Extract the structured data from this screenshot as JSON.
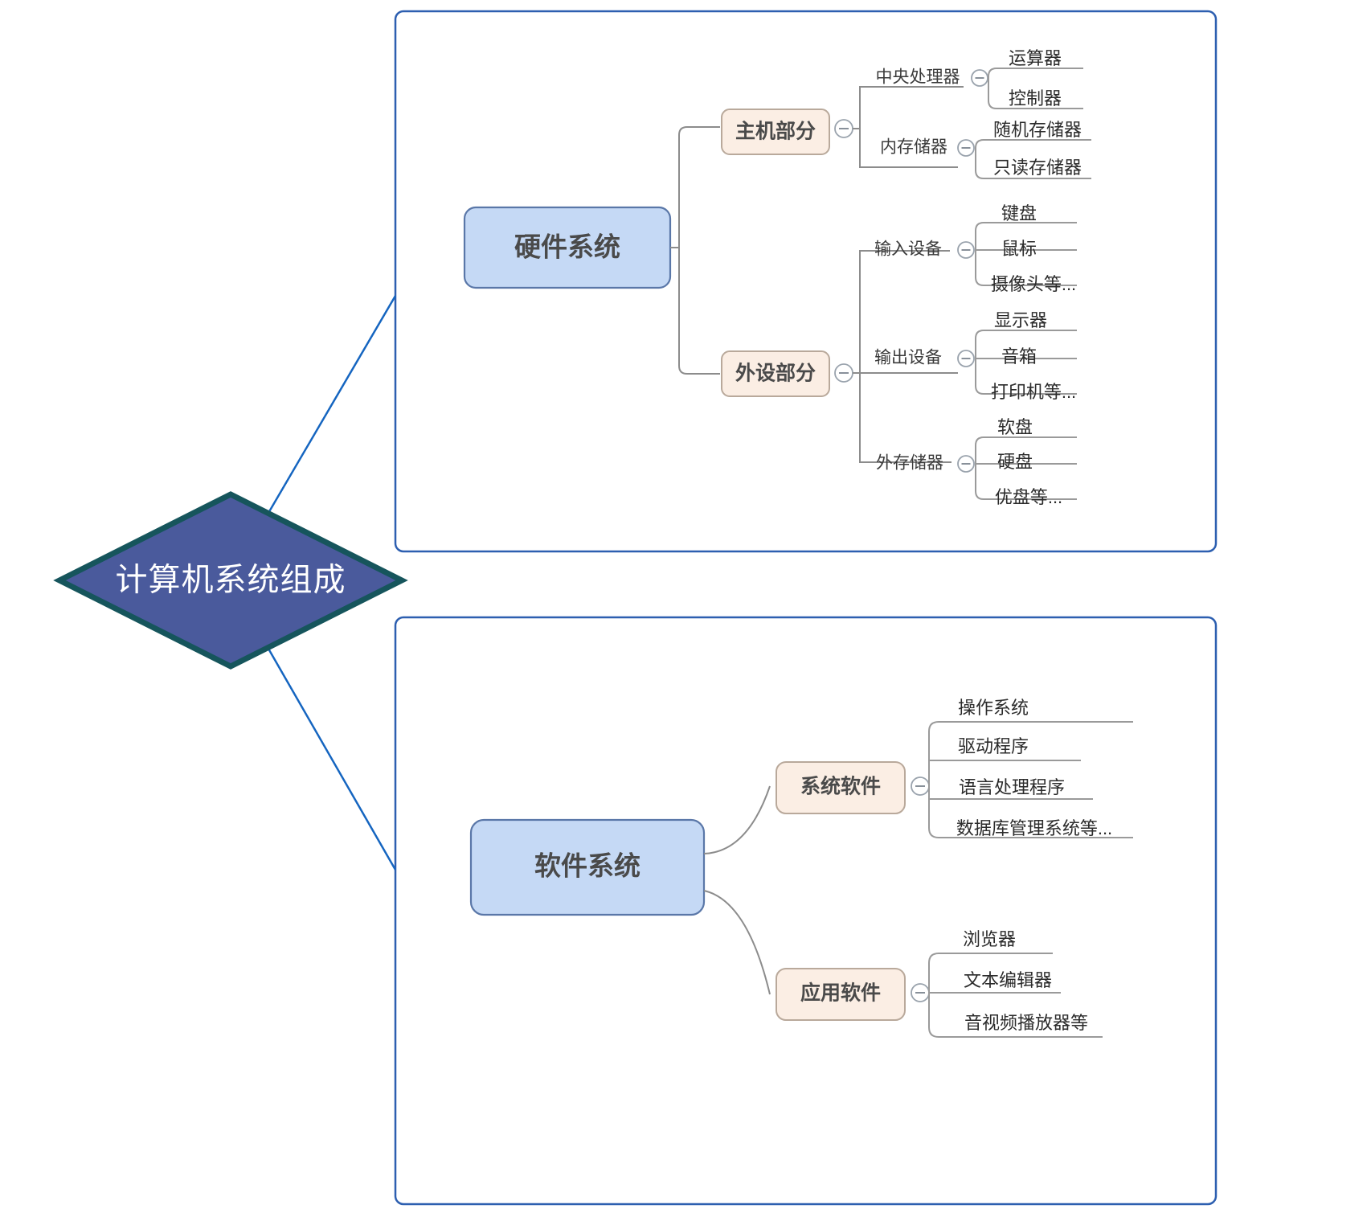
{
  "diagram": {
    "title": "计算机系统组成",
    "type": "mindmap",
    "colors": {
      "diamond_fill": "#4a5a9c",
      "diamond_stroke": "#16555c",
      "panel_border": "#2d5fb0",
      "level1_fill": "#c5d9f5",
      "level1_stroke": "#5a77a8",
      "level2_fill": "#fbeee4",
      "level2_stroke": "#b9a99b",
      "connector": "#8c8c8c",
      "root_connector": "#1565c0"
    },
    "root": {
      "label": "计算机系统组成"
    },
    "panels": [
      {
        "name": "hardware-panel",
        "root": {
          "label": "硬件系统"
        },
        "branches": [
          {
            "label": "主机部分",
            "toggle": "collapse-toggle",
            "children": [
              {
                "label": "中央处理器",
                "toggle": "collapse-toggle",
                "leaves": [
                  "运算器",
                  "控制器"
                ]
              },
              {
                "label": "内存储器",
                "toggle": "collapse-toggle",
                "leaves": [
                  "随机存储器",
                  "只读存储器"
                ]
              }
            ]
          },
          {
            "label": "外设部分",
            "toggle": "collapse-toggle",
            "children": [
              {
                "label": "输入设备",
                "toggle": "collapse-toggle",
                "leaves": [
                  "键盘",
                  "鼠标",
                  "摄像头等..."
                ]
              },
              {
                "label": "输出设备",
                "toggle": "collapse-toggle",
                "leaves": [
                  "显示器",
                  "音箱",
                  "打印机等..."
                ]
              },
              {
                "label": "外存储器",
                "toggle": "collapse-toggle",
                "leaves": [
                  "软盘",
                  "硬盘",
                  "优盘等..."
                ]
              }
            ]
          }
        ]
      },
      {
        "name": "software-panel",
        "root": {
          "label": "软件系统"
        },
        "branches": [
          {
            "label": "系统软件",
            "toggle": "collapse-toggle",
            "leaves": [
              "操作系统",
              "驱动程序",
              "语言处理程序",
              "数据库管理系统等..."
            ]
          },
          {
            "label": "应用软件",
            "toggle": "collapse-toggle",
            "leaves": [
              "浏览器",
              "文本编辑器",
              "音视频播放器等"
            ]
          }
        ]
      }
    ]
  }
}
